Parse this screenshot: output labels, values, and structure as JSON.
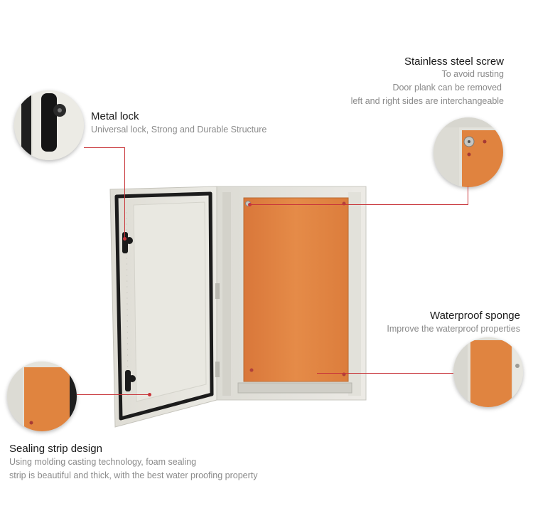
{
  "features": {
    "metal_lock": {
      "title": "Metal lock",
      "desc": "Universal lock, Strong and Durable Structure"
    },
    "steel_screw": {
      "title": "Stainless steel screw",
      "lines": [
        "To avoid rusting",
        "Door plank can be removed",
        "left and right sides are interchangeable"
      ]
    },
    "waterproof_sponge": {
      "title": "Waterproof sponge",
      "desc": "Improve the waterproof properties"
    },
    "sealing_strip": {
      "title": "Sealing strip design",
      "lines": [
        "Using molding casting technology, foam sealing",
        "strip is beautiful and thick, with the best water proofing property"
      ]
    }
  },
  "colors": {
    "panel_orange": "#e0833f",
    "cabinet_grey": "#e6e5df",
    "leader_red": "#c8353a",
    "gasket_black": "#1c1c1c"
  }
}
